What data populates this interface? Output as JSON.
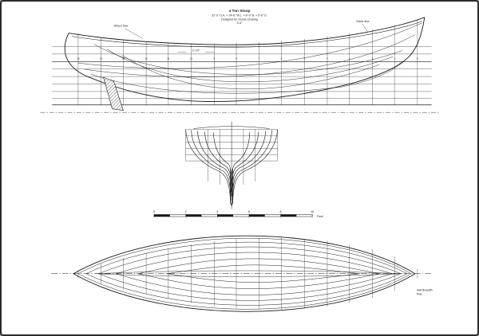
{
  "page": {
    "background": "#ffffff",
    "line_color": "#1a1a1a"
  },
  "title_block": {
    "line1": "4 Ton Sloop",
    "line2": "32'-0\" O.A. × 24'-6\" W.L. × 8'-9\" B. × 5'-6\" D.",
    "line3": "Designed for Ocean Cruising",
    "line4": "3'-6\""
  },
  "profile": {
    "sheer_label": "Sheer line",
    "deck_label": "Deck line",
    "dim_label": "2'-10\"",
    "station_labels": [
      "15",
      "14",
      "13",
      "12",
      "11",
      "10",
      "9",
      "8",
      "7",
      "6",
      "5",
      "4",
      "3",
      "2",
      "1",
      "0"
    ]
  },
  "scale_bar": {
    "labels": [
      "0",
      "2",
      "4",
      "6",
      "8",
      "10"
    ],
    "unit": "Feet"
  },
  "plan": {
    "note1": "Half Breadth",
    "note2": "Plan"
  }
}
